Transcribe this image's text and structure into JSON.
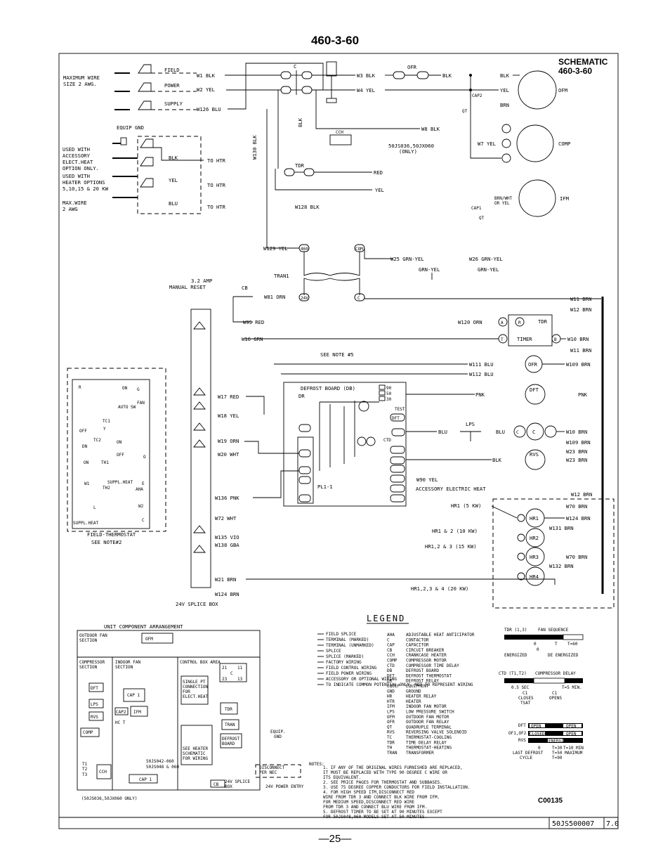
{
  "page": {
    "title": "460-3-60",
    "number": "—25—"
  },
  "schematic": {
    "title": "SCHEMATIC",
    "subtitle": "460-3-60",
    "code": "C00135",
    "drawing_no": "50JS500007",
    "rev": "7.0"
  },
  "supply": {
    "max_wire": [
      "MAXIMUM WIRE",
      "SIZE 2 AWG."
    ],
    "labels": [
      "FIELD",
      "POWER",
      "SUPPLY"
    ],
    "wires": [
      "W1 BLK",
      "W2 YEL",
      "W126 BLU"
    ],
    "equip_gnd": "EQUIP GND",
    "accessory_note": [
      "USED WITH",
      "ACCESSORY",
      "ELECT.HEAT",
      "OPTION ONLY.",
      "USED WITH",
      "HEATER OPTIONS",
      "5,10,15 & 20 KW"
    ],
    "max_wire2": [
      "MAX.WIRE",
      "2 AWG"
    ],
    "htr_wires": [
      "BLK",
      "YEL",
      "BLU"
    ],
    "to_htr": "TO HTR"
  },
  "wires": {
    "w3": "W3 BLK",
    "w4": "W4 YEL",
    "w8": "W8 BLK",
    "w7": "W7 YEL",
    "w130": "W130 BLK",
    "w128": "W128 BLK",
    "w129": "W129 YEL",
    "blk1": "BLK",
    "blk2": "BLK",
    "blk3": "BLK",
    "yel": "YEL",
    "brn": "BRN",
    "red": "RED",
    "yel2": "YEL",
    "w25": "W25 GRN-YEL",
    "w26": "W26 GRN-YEL",
    "grn_yel": "GRN-YEL",
    "w81": "W81 ORN",
    "w95": "W95 RED",
    "w16": "W16 GRN",
    "w120": "W120 ORN",
    "w111": "W111 BLU",
    "w112": "W112 BLU",
    "w11": "W11 BRN",
    "w12": "W12 BRN",
    "w10": "W10 BRN",
    "w109": "W109 BRN",
    "w23": "W23 BRN",
    "w17": "W17 RED",
    "w18": "W18 YEL",
    "w19": "W19 ORN",
    "w20": "W20 WHT",
    "w136": "W136 PNK",
    "w72": "W72 WHT",
    "w135": "W135 VIO",
    "w138": "W138 GBA",
    "w21": "W21 BRN",
    "w124": "W124 BRN",
    "w90": "W90 YEL",
    "w70": "W70 BRN",
    "w131": "W131 BRN",
    "w132": "W132 BRN",
    "pnk": "PNK",
    "blu": "BLU"
  },
  "components": {
    "ofr": "OFR",
    "ofm": "OFM",
    "comp": "COMP",
    "ifm": "IFM",
    "tdr": "TDR",
    "cap2": "CAP2",
    "cap1": "CAP1",
    "qt": "QT",
    "cch": "CCH",
    "cch_note": [
      "50JS036,50JX060",
      "(ONLY)"
    ],
    "tran": "TRAN1",
    "cb": "CB",
    "cb_note": [
      "3.2 AMP",
      "MANUAL RESET"
    ],
    "timer": "TIMER",
    "see_note5": "SEE NOTE #5",
    "defrost_board": "DEFROST BOARD (DB)",
    "dft": "DFT",
    "lps": "LPS",
    "rvs": "RVS",
    "ctd": "CTD",
    "pl": "PL1-1",
    "dr": "DR",
    "test": "TEST",
    "pins": [
      "90",
      "50",
      "30"
    ],
    "accessory_heat": "ACCESSORY ELECTRIC HEAT",
    "hr_labels": [
      "HR1 (5 KW)",
      "HR1 & 2 (10 KW)",
      "HR1,2 & 3 (15 KW)",
      "HR1,2,3 & 4 (20 KW)"
    ],
    "hr": [
      "HR1",
      "HR2",
      "HR3",
      "HR4"
    ],
    "splice_box": "24V SPLICE BOX",
    "brn_wht": [
      "BRN/WHT",
      "OR YEL"
    ],
    "terminals": {
      "t460": "460",
      "tcom": "COM",
      "t24v": "24V",
      "tc": "C",
      "ta": "A",
      "tr": "R",
      "tt": "T",
      "tb": "B",
      "c": "C"
    }
  },
  "thermostat": {
    "label": [
      "FIELD-THERMOSTAT",
      "SEE NOTE#2"
    ],
    "items": [
      "R",
      "ON",
      "G",
      "FAN",
      "AUTO SW",
      "TC1",
      "OFF",
      "Y",
      "ON",
      "TC2",
      "OFF",
      "ON",
      "TH1",
      "SUPPL.HEAT",
      "AHA",
      "TH2",
      "E",
      "W2",
      "L",
      "C",
      "SUPPL.HEAT",
      "O",
      "W1",
      "DN"
    ]
  },
  "arrangement": {
    "title": "UNIT COMPONENT ARRANGEMENT",
    "outdoor": [
      "OUTDOOR FAN",
      "SECTION"
    ],
    "ofm": "OFM",
    "compressor": [
      "COMPRESSOR",
      "SECTION"
    ],
    "indoor": [
      "INDOOR FAN",
      "SECTION"
    ],
    "control": "CONTROL BOX AREA",
    "parts": [
      "DFT",
      "LPS",
      "RVS",
      "COMP",
      "CAP 1",
      "IFM",
      "CAP2",
      "HC T",
      "T1",
      "T2",
      "T3",
      "CCH",
      "TDR",
      "TRAN",
      "CAP 1",
      "CB"
    ],
    "single_pt": [
      "SINGLE PT",
      "CONNECTION",
      "FOR",
      "ELECT.HEAT"
    ],
    "defrost": [
      "DEFROST",
      "BOARD"
    ],
    "heater": [
      "SEE HEATER",
      "SCHEMATIC",
      "FOR WIRING"
    ],
    "models": [
      "50JS042-060",
      "50JS048 & 060"
    ],
    "equip_gnd": [
      "EQUIP.",
      "GND"
    ],
    "disconnect": [
      "DISCONNECT",
      "PER NEC"
    ],
    "splice": [
      "24V SPLICE",
      "BOX"
    ],
    "power_entry": "24V POWER ENTRY",
    "models_only": "(50JS036,50JX060 ONLY)",
    "terminals": [
      "21",
      "11",
      "C",
      "23",
      "13"
    ]
  },
  "legend": {
    "title": "LEGEND",
    "symbols": [
      "FIELD SPLICE",
      "TERMINAL (MARKED)",
      "TERMINAL (UNMARKED)",
      "SPLICE",
      "SPLICE (MARKED)",
      "FACTORY WIRING",
      "FIELD CONTROL WIRING",
      "FIELD POWER WIRING",
      "ACCESSORY OR OPTIONAL WIRING",
      "TO INDICATE COMMON POTENTIAL ONLY. NOT TO REPRESENT WIRING"
    ],
    "abbrevs": [
      [
        "AHA",
        "ADJUSTABLE HEAT ANTICIPATOR"
      ],
      [
        "C",
        "CONTACTOR"
      ],
      [
        "CAP",
        "CAPACITOR"
      ],
      [
        "CB",
        "CIRCUIT BREAKER"
      ],
      [
        "CCH",
        "CRANKCASE HEATER"
      ],
      [
        "COMP",
        "COMPRESSOR MOTOR"
      ],
      [
        "CTD",
        "COMPRESSOR TIME DELAY"
      ],
      [
        "DB",
        "DEFROST BOARD"
      ],
      [
        "DFT",
        "DEFROST THERMOSTAT"
      ],
      [
        "DR",
        "DEFROST RELAY"
      ],
      [
        "EQUIP",
        "EQUIPMENT"
      ],
      [
        "GND",
        "GROUND"
      ],
      [
        "HR",
        "HEATER RELAY"
      ],
      [
        "HTR",
        "HEATER"
      ],
      [
        "IFM",
        "INDOOR FAN MOTOR"
      ],
      [
        "LPS",
        "LOW PRESSURE SWITCH"
      ],
      [
        "OFM",
        "OUTDOOR FAN MOTOR"
      ],
      [
        "OFR",
        "OUTDOOR FAN RELAY"
      ],
      [
        "QT",
        "QUADRUPLE TERMINAL"
      ],
      [
        "RVS",
        "REVERSING VALVE SOLENOID"
      ],
      [
        "TC",
        "THERMOSTAT-COOLING"
      ],
      [
        "TDR",
        "TIME DELAY RELAY"
      ],
      [
        "TH",
        "THERMOSTAT-HEATING"
      ],
      [
        "TRAN",
        "TRANSFORMER"
      ]
    ]
  },
  "notes": {
    "title": "NOTES:",
    "lines": [
      "1. IF ANY OF THE ORIGINAL WIRES FURNISHED ARE REPLACED,",
      "   IT MUST BE REPLACED WITH TYPE 90 DEGREE C WIRE OR",
      "   ITS EQUIVALENT.",
      "2. SEE PRICE PAGES FOR THERMOSTAT AND SUBBASES.",
      "3. USE 75 DEGREE COPPER CONDUCTORS FOR FIELD INSTALLATION.",
      "4. FOR HIGH SPEED ITM,DISCONNECT RED",
      "   WIRE FROM TDR 3 AND CONNECT BLK WIRE FROM IFM.",
      "   FOR MEDIUM SPEED,DISCONNECT RED WIRE",
      "   FROM TDR 3 AND CONNECT BLU WIRE FROM IFM.",
      "5. DEFROST TIMER TO BE SET AT 90 MINUTES EXCEPT",
      "   FOR 50JS048,060 MODELS SET AT 50 MINUTES."
    ]
  },
  "timing": {
    "tdr": {
      "title": "TDR (1,3)",
      "seq": "FAN SEQUENCE",
      "t0": "0",
      "t60": "T",
      "t60v": "T=60",
      "e": "ENERGIZED",
      "d": "DE ENERGIZED",
      "g": "0"
    },
    "ctd": {
      "title": "CTD (T1,T2)",
      "delay": "COMPRESSOR DELAY",
      "sec": "0.5 SEC",
      "t5": "T=5 MIN.",
      "c1": "C1",
      "closes": "CLOSES",
      "tsat": "TSAT",
      "c2": "C1",
      "opens": "OPENS"
    },
    "dft": {
      "labels": [
        "DFT",
        "OF1,OF2",
        "RVS"
      ],
      "open": "OPEN",
      "closed": "CLOSED",
      "energized": "ENERGIZED",
      "t30": "T=30",
      "t10": "T=10 MIN",
      "t50": "T=50 MAXIMUM",
      "t90": "T=90",
      "last": "LAST DEFROST",
      "cycle": "CYCLE",
      "zero": "0"
    }
  }
}
